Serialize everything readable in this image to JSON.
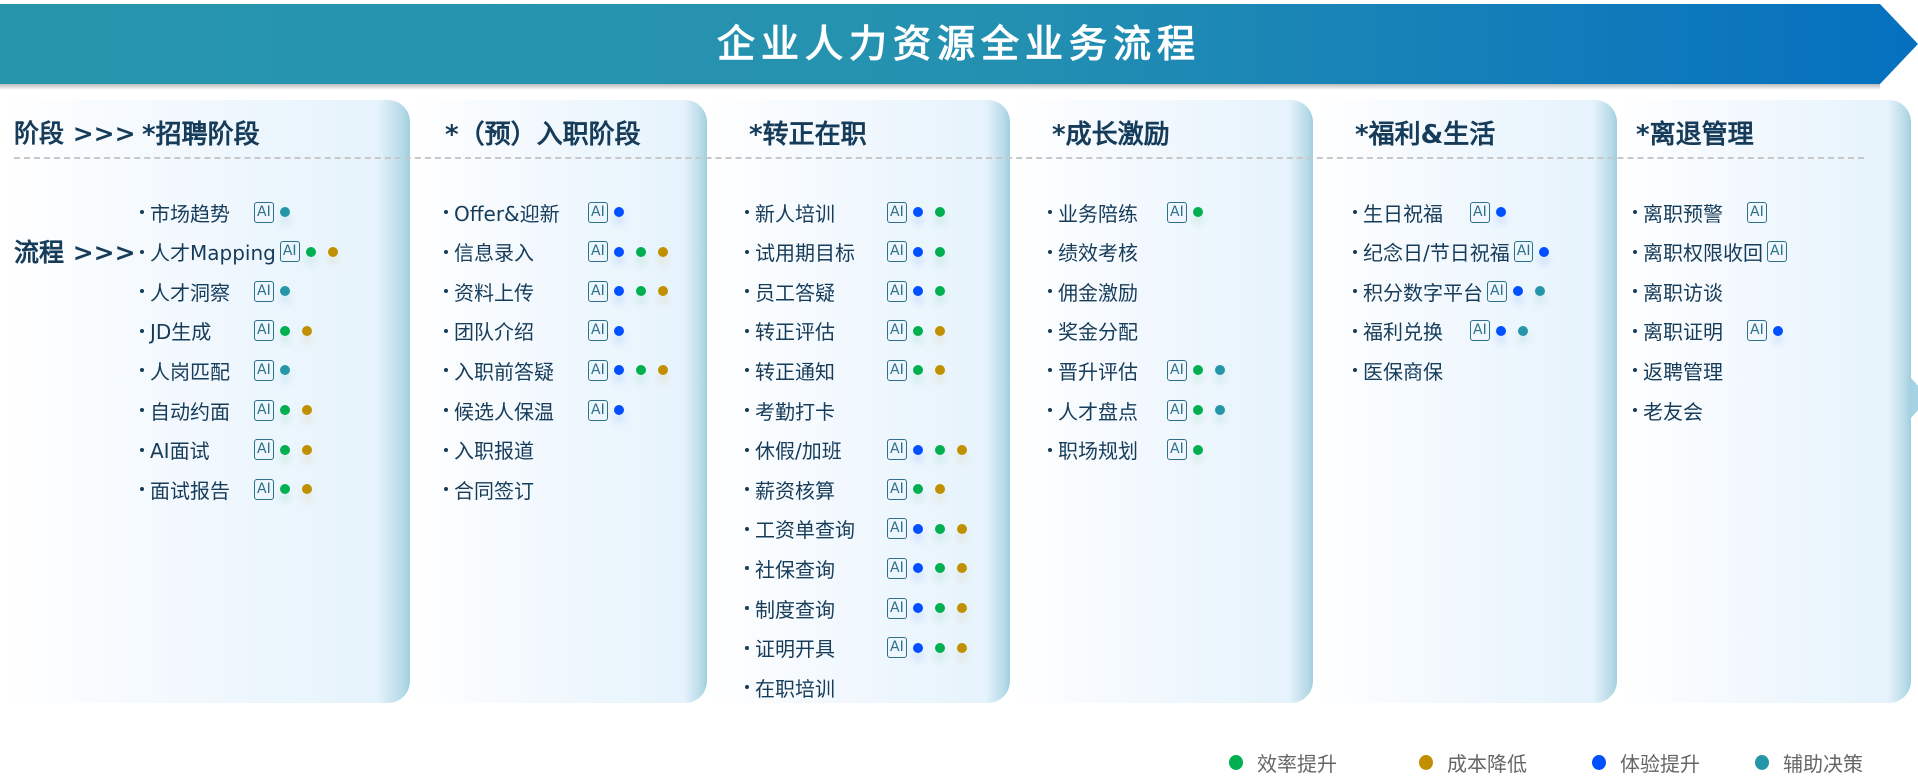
{
  "title": "企业人力资源全业务流程",
  "row_labels": {
    "stage": "阶段 >>>",
    "process": "流程 >>>"
  },
  "ai_badge_label": "AI",
  "colors": {
    "green": "#00b050",
    "gold": "#c09000",
    "blue": "#0050ff",
    "teal": "#2596a8"
  },
  "legend": [
    {
      "color": "green",
      "label": "效率提升"
    },
    {
      "color": "gold",
      "label": "成本降低"
    },
    {
      "color": "blue",
      "label": "体验提升"
    },
    {
      "color": "teal",
      "label": "辅助决策"
    }
  ],
  "columns": [
    {
      "header": "*招聘阶段",
      "items": [
        {
          "label": "市场趋势",
          "ai": true,
          "tags": [
            "teal"
          ]
        },
        {
          "label": "人才Mapping",
          "ai": true,
          "tags": [
            "green",
            "gold"
          ]
        },
        {
          "label": "人才洞察",
          "ai": true,
          "tags": [
            "teal"
          ]
        },
        {
          "label": "JD生成",
          "ai": true,
          "tags": [
            "green",
            "gold"
          ]
        },
        {
          "label": "人岗匹配",
          "ai": true,
          "tags": [
            "teal"
          ]
        },
        {
          "label": "自动约面",
          "ai": true,
          "tags": [
            "green",
            "gold"
          ]
        },
        {
          "label": "AI面试",
          "ai": true,
          "tags": [
            "green",
            "gold"
          ]
        },
        {
          "label": "面试报告",
          "ai": true,
          "tags": [
            "green",
            "gold"
          ]
        }
      ]
    },
    {
      "header": "*（预）入职阶段",
      "items": [
        {
          "label": "Offer&迎新",
          "ai": true,
          "tags": [
            "blue"
          ]
        },
        {
          "label": "信息录入",
          "ai": true,
          "tags": [
            "blue",
            "green",
            "gold"
          ]
        },
        {
          "label": "资料上传",
          "ai": true,
          "tags": [
            "blue",
            "green",
            "gold"
          ]
        },
        {
          "label": "团队介绍",
          "ai": true,
          "tags": [
            "blue"
          ]
        },
        {
          "label": "入职前答疑",
          "ai": true,
          "tags": [
            "blue",
            "green",
            "gold"
          ]
        },
        {
          "label": "候选人保温",
          "ai": true,
          "tags": [
            "blue"
          ]
        },
        {
          "label": "入职报道",
          "ai": false,
          "tags": []
        },
        {
          "label": "合同签订",
          "ai": false,
          "tags": []
        }
      ]
    },
    {
      "header": "*转正在职",
      "items": [
        {
          "label": "新人培训",
          "ai": true,
          "tags": [
            "blue",
            "green"
          ]
        },
        {
          "label": "试用期目标",
          "ai": true,
          "tags": [
            "blue",
            "green"
          ]
        },
        {
          "label": "员工答疑",
          "ai": true,
          "tags": [
            "blue",
            "green"
          ]
        },
        {
          "label": "转正评估",
          "ai": true,
          "tags": [
            "green",
            "gold"
          ]
        },
        {
          "label": "转正通知",
          "ai": true,
          "tags": [
            "green",
            "gold"
          ]
        },
        {
          "label": "考勤打卡",
          "ai": false,
          "tags": []
        },
        {
          "label": "休假/加班",
          "ai": true,
          "tags": [
            "blue",
            "green",
            "gold"
          ]
        },
        {
          "label": "薪资核算",
          "ai": true,
          "tags": [
            "green",
            "gold"
          ]
        },
        {
          "label": "工资单查询",
          "ai": true,
          "tags": [
            "blue",
            "green",
            "gold"
          ]
        },
        {
          "label": "社保查询",
          "ai": true,
          "tags": [
            "blue",
            "green",
            "gold"
          ]
        },
        {
          "label": "制度查询",
          "ai": true,
          "tags": [
            "blue",
            "green",
            "gold"
          ]
        },
        {
          "label": "证明开具",
          "ai": true,
          "tags": [
            "blue",
            "green",
            "gold"
          ]
        },
        {
          "label": "在职培训",
          "ai": false,
          "tags": []
        }
      ]
    },
    {
      "header": "*成长激励",
      "items": [
        {
          "label": "业务陪练",
          "ai": true,
          "tags": [
            "green"
          ]
        },
        {
          "label": "绩效考核",
          "ai": false,
          "tags": []
        },
        {
          "label": "佣金激励",
          "ai": false,
          "tags": []
        },
        {
          "label": "奖金分配",
          "ai": false,
          "tags": []
        },
        {
          "label": "晋升评估",
          "ai": true,
          "tags": [
            "green",
            "teal"
          ]
        },
        {
          "label": "人才盘点",
          "ai": true,
          "tags": [
            "green",
            "teal"
          ]
        },
        {
          "label": "职场规划",
          "ai": true,
          "tags": [
            "green"
          ]
        }
      ]
    },
    {
      "header": "*福利&生活",
      "items": [
        {
          "label": "生日祝福",
          "ai": true,
          "tags": [
            "blue"
          ]
        },
        {
          "label": "纪念日/节日祝福",
          "ai": true,
          "tags": [
            "blue"
          ]
        },
        {
          "label": "积分数字平台",
          "ai": true,
          "tags": [
            "blue",
            "teal"
          ]
        },
        {
          "label": "福利兑换",
          "ai": true,
          "tags": [
            "blue",
            "teal"
          ]
        },
        {
          "label": "医保商保",
          "ai": false,
          "tags": []
        }
      ]
    },
    {
      "header": "*离退管理",
      "items": [
        {
          "label": "离职预警",
          "ai": true,
          "tags": []
        },
        {
          "label": "离职权限收回",
          "ai": true,
          "tags": []
        },
        {
          "label": "离职访谈",
          "ai": false,
          "tags": []
        },
        {
          "label": "离职证明",
          "ai": true,
          "tags": [
            "blue"
          ]
        },
        {
          "label": "返聘管理",
          "ai": false,
          "tags": []
        },
        {
          "label": "老友会",
          "ai": false,
          "tags": []
        }
      ]
    }
  ]
}
